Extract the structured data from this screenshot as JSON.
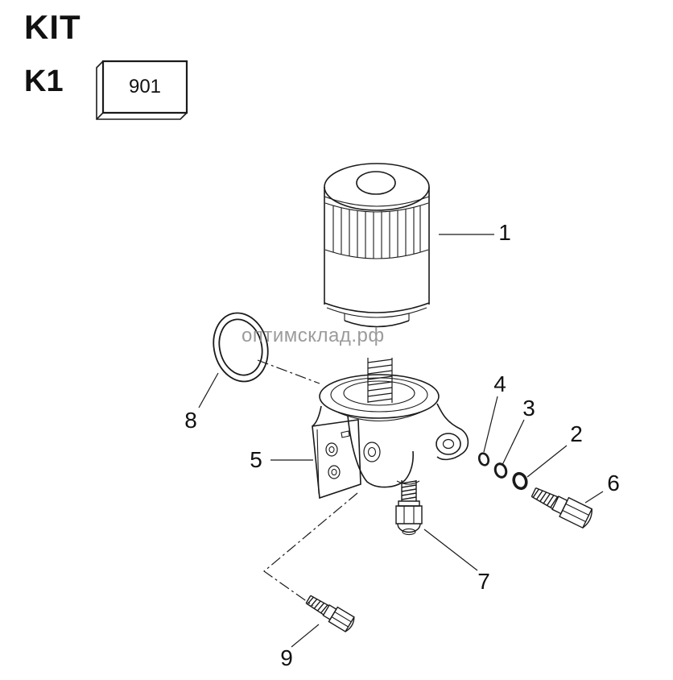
{
  "header": {
    "kit": "KIT",
    "variant": "K1",
    "kit_number": "901"
  },
  "watermark": "оптимсклад.рф",
  "callouts": [
    "1",
    "2",
    "3",
    "4",
    "5",
    "6",
    "7",
    "8",
    "9"
  ],
  "colors": {
    "line": "#1a1a1a",
    "watermark": "#8a8a8a",
    "background": "#ffffff"
  }
}
